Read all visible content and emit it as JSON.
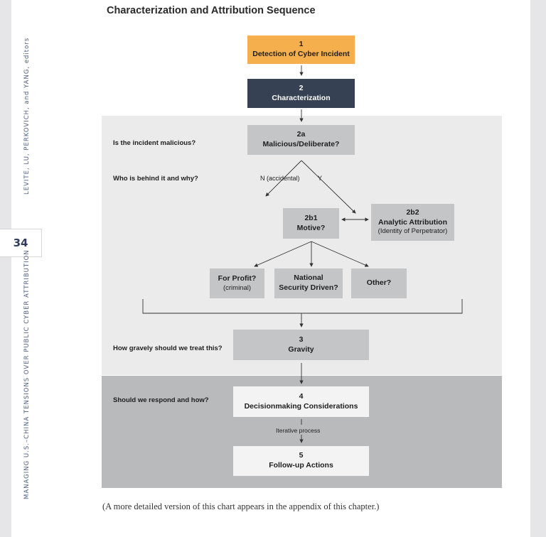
{
  "sidebar": {
    "running_header": "LEVITE, LU, PERKOVICH, and YANG, editors",
    "page_number": "34",
    "running_title": "MANAGING U.S.–CHINA TENSIONS OVER PUBLIC CYBER ATTRIBUTION"
  },
  "diagram": {
    "title": "Characterization and Attribution Sequence",
    "step1": {
      "num": "1",
      "label": "Detection of Cyber Incident"
    },
    "step2": {
      "num": "2",
      "label": "Characterization"
    },
    "step2a": {
      "num": "2a",
      "label": "Malicious/Deliberate?"
    },
    "step2b1": {
      "num": "2b1",
      "label": "Motive?"
    },
    "step2b2": {
      "num": "2b2",
      "label": "Analytic Attribution",
      "sub": "(Identity of Perpetrator)"
    },
    "profit": {
      "label": "For Profit?",
      "sub": "(criminal)"
    },
    "national": {
      "label1": "National",
      "label2": "Security Driven?"
    },
    "other": {
      "label": "Other?"
    },
    "step3": {
      "num": "3",
      "label": "Gravity"
    },
    "step4": {
      "num": "4",
      "label": "Decisionmaking Considerations"
    },
    "step5": {
      "num": "5",
      "label": "Follow-up Actions"
    },
    "branch_n": "N (accidental)",
    "branch_y": "Y",
    "iterative": "Iterative process",
    "questions": {
      "q1": "Is the incident malicious?",
      "q2": "Who is behind it and why?",
      "q3": "How gravely should we treat this?",
      "q4": "Should we respond and how?"
    },
    "colors": {
      "step1": "#f5b04d",
      "step2": "#364154",
      "panel_light": "#ebebec",
      "panel_dark": "#b9babc",
      "box_grey": "#c4c5c7",
      "box_white": "#f3f3f3"
    }
  },
  "caption": "(A more detailed version of this chart appears in the appendix of this chapter.)"
}
